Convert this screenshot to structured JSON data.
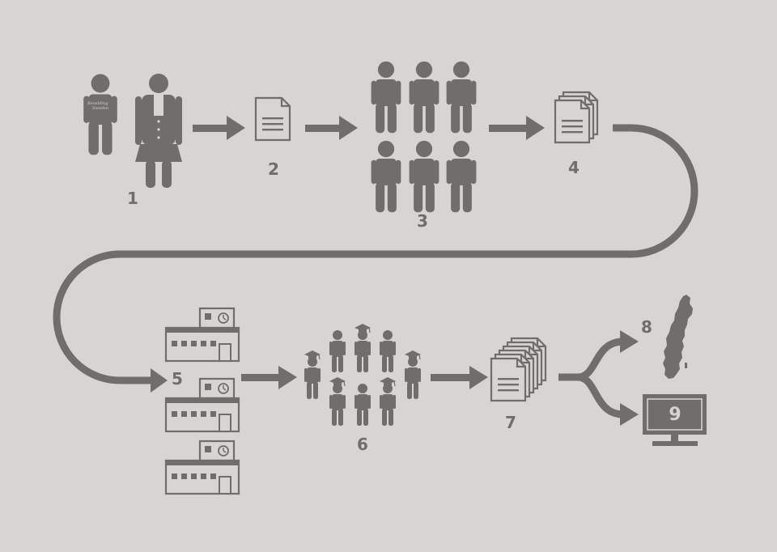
{
  "colors": {
    "background": "#d6d5d1",
    "ink": "#6f6e6b"
  },
  "steps": [
    {
      "number": "1",
      "icon": "two-people-icon"
    },
    {
      "number": "2",
      "icon": "single-document-icon"
    },
    {
      "number": "3",
      "icon": "six-people-icon"
    },
    {
      "number": "4",
      "icon": "document-stack-icon"
    },
    {
      "number": "5",
      "icon": "school-buildings-icon"
    },
    {
      "number": "6",
      "icon": "students-graduates-icon"
    },
    {
      "number": "7",
      "icon": "large-document-stack-icon"
    },
    {
      "number": "8",
      "icon": "sweden-map-icon"
    },
    {
      "number": "9",
      "icon": "monitor-icon"
    }
  ],
  "logo": {
    "line1": "Rewilding",
    "line2": "Sweden"
  }
}
